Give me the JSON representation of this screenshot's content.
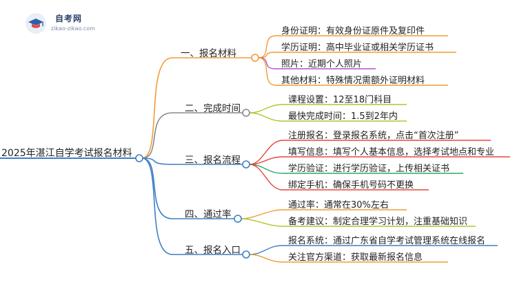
{
  "logo": {
    "title": "自考网",
    "subtitle": "zikao-zikao.com"
  },
  "root": {
    "label": "2025年湛江自学考试报名材料"
  },
  "branches": [
    {
      "label": "一、报名材料",
      "color": "#f39a36",
      "leaves": [
        {
          "label": "身份证明：有效身份证原件及复印件",
          "color": "#f39a36"
        },
        {
          "label": "学历证明：高中毕业证或相关学历证书",
          "color": "#f39a36"
        },
        {
          "label": "照片：近期个人照片",
          "color": "#b44ec9"
        },
        {
          "label": "其他材料：特殊情况需额外证明材料",
          "color": "#f39a36"
        }
      ]
    },
    {
      "label": "二、完成时间",
      "color": "#8a8a8a",
      "leaves": [
        {
          "label": "课程设置：12至18门科目",
          "color": "#b6c42a"
        },
        {
          "label": "最快完成时间：1.5到2年内",
          "color": "#b6c42a"
        }
      ]
    },
    {
      "label": "三、报名流程",
      "color": "#3d7fc4",
      "leaves": [
        {
          "label": "注册报名：登录报名系统，点击“首次注册”",
          "color": "#e8463a"
        },
        {
          "label": "填写信息：填写个人基本信息，选择考试地点和专业",
          "color": "#e8463a"
        },
        {
          "label": "学历验证：进行学历验证，上传相关证书",
          "color": "#27a86b"
        },
        {
          "label": "绑定手机：确保手机号码不更换",
          "color": "#e8463a"
        }
      ]
    },
    {
      "label": "四、通过率",
      "color": "#3d7fc4",
      "leaves": [
        {
          "label": "通过率：通常在30%左右",
          "color": "#f39a36"
        },
        {
          "label": "备考建议：制定合理学习计划，注重基础知识",
          "color": "#b6c42a"
        }
      ]
    },
    {
      "label": "五、报名入口",
      "color": "#3d7fc4",
      "leaves": [
        {
          "label": "报名系统：通过广东省自学考试管理系统在线报名",
          "color": "#3d7fc4"
        },
        {
          "label": "关注官方渠道：获取最新报名信息",
          "color": "#f39a36"
        }
      ]
    }
  ]
}
